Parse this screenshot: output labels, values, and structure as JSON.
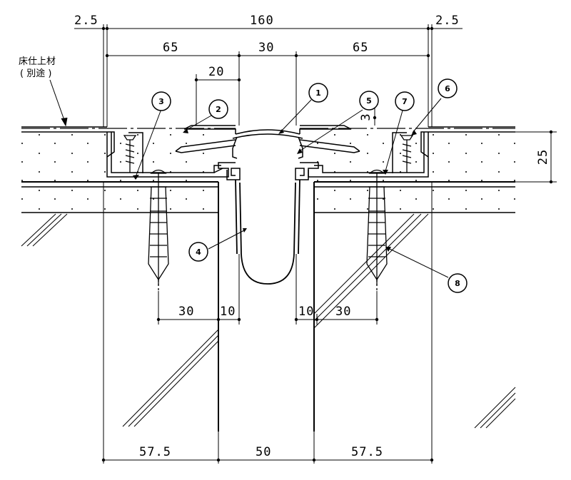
{
  "dimensions": {
    "top_left_offset": "2.5",
    "top_total": "160",
    "top_right_offset": "2.5",
    "flange_left": "65",
    "center_gap": "30",
    "flange_right": "65",
    "cover_overlap": "20",
    "cover_height": "3",
    "section_height": "25",
    "anchor_left_spacing": "30",
    "anchor_left_edge": "10",
    "anchor_right_edge": "10",
    "anchor_right_spacing": "30",
    "bottom_left": "57.5",
    "bottom_center": "50",
    "bottom_right": "57.5"
  },
  "floor_finish_note": {
    "line1": "床仕上材",
    "line2": "( 別途 )"
  },
  "callouts": [
    "1",
    "2",
    "3",
    "4",
    "5",
    "6",
    "7",
    "8"
  ]
}
